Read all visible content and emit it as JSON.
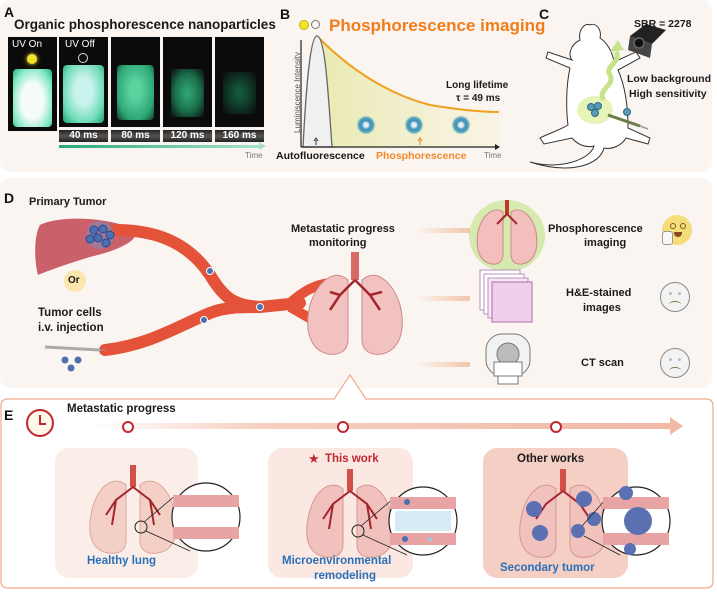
{
  "panelA": {
    "label": "A",
    "title": "Organic phosphorescence nanoparticles",
    "uv_on": "UV On",
    "uv_off": "UV Off",
    "times": [
      "40 ms",
      "80 ms",
      "120 ms",
      "160 ms"
    ],
    "time_axis": "Time",
    "glow_color": "#3fd89a"
  },
  "panelB": {
    "label": "B",
    "title": "Phosphorescence imaging",
    "ylabel": "Luminiscence Intensity",
    "annotation_line1": "Long lifetime",
    "annotation_line2": "τ = 49 ms",
    "x_label_autofluorescence": "Autofluorescence",
    "x_label_phosphorescence": "Phosphorescence",
    "x_axis": "Time",
    "accent": "#f07d1a"
  },
  "panelC": {
    "label": "C",
    "sbr": "SBR = 2278",
    "line1": "Low background",
    "line2": "High sensitivity"
  },
  "panelD": {
    "label": "D",
    "primary_tumor": "Primary Tumor",
    "or": "Or",
    "injection_line1": "Tumor cells",
    "injection_line2": "i.v. injection",
    "monitoring_line1": "Metastatic progress",
    "monitoring_line2": "monitoring",
    "methods": [
      {
        "line1": "Phosphorescence",
        "line2": "imaging",
        "rating": "thinking-face"
      },
      {
        "line1": "H&E-stained",
        "line2": "images",
        "rating": "sad-face"
      },
      {
        "line1": "CT scan",
        "line2": "",
        "rating": "sad-face"
      }
    ]
  },
  "panelE": {
    "label": "E",
    "title": "Metastatic progress",
    "stages": [
      {
        "header": "",
        "caption_line1": "Healthy lung",
        "caption_line2": ""
      },
      {
        "header": "This work",
        "caption_line1": "Microenvironmental",
        "caption_line2": "remodeling"
      },
      {
        "header": "Other works",
        "caption_line1": "Secondary tumor",
        "caption_line2": ""
      }
    ],
    "caption_color": "#2b6fb8",
    "highlight_color": "#c0282f"
  }
}
